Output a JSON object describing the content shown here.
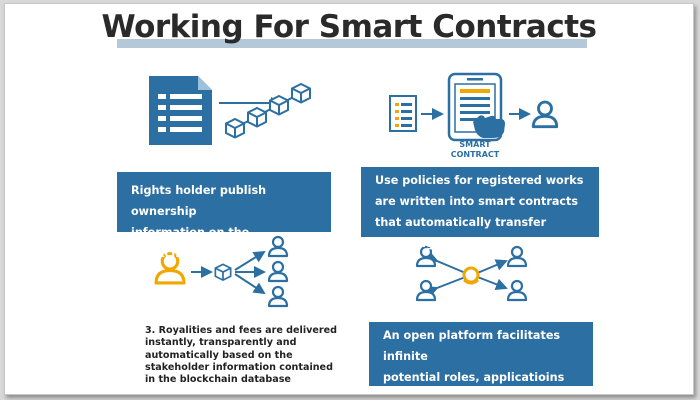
{
  "title": "Working For Smart Contracts",
  "panels": [
    {
      "text": "Rights holder publish ownership\ninformation on the blockchain"
    },
    {
      "text": "Use policies for registered works\nare written into smart contracts\nthat automatically transfer usage rights",
      "device_label": "SMART\nCONTRACT"
    },
    {
      "text": "3. Royalities and fees are delivered\ninstantly, transparently and\nautomatically based on the\nstakeholder information contained\nin the blockchain database"
    },
    {
      "text": "An open platform facilitates infinite\npotential roles, applicatioins\nand business models"
    }
  ],
  "colors": {
    "primary_blue": "#2c6fa3",
    "accent_orange": "#f0a800",
    "underline": "#b5c8d8"
  },
  "icons": [
    "document-icon",
    "blockchain-icon",
    "policy-list-icon",
    "smartphone-icon",
    "hand-tap-icon",
    "user-icon",
    "block-cube-icon"
  ]
}
